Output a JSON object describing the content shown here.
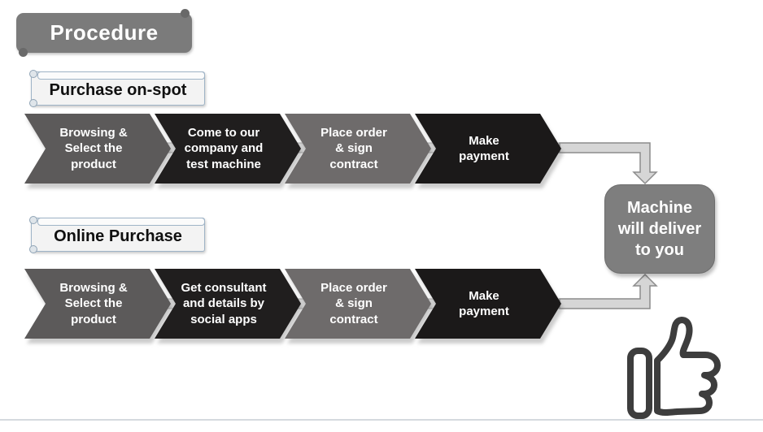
{
  "slide": {
    "title": "Procedure",
    "flows": [
      {
        "label": "Purchase on-spot",
        "steps": [
          {
            "text": "Browsing &\nSelect the\nproduct",
            "color": "#5c5a5a"
          },
          {
            "text": "Come to our\ncompany and\ntest machine",
            "color": "#201e1e"
          },
          {
            "text": "Place order\n& sign\ncontract",
            "color": "#6e6b6b"
          },
          {
            "text": "Make\npayment",
            "color": "#1b1919"
          }
        ]
      },
      {
        "label": "Online Purchase",
        "steps": [
          {
            "text": "Browsing &\nSelect the\nproduct",
            "color": "#5c5a5a"
          },
          {
            "text": "Get consultant\nand details by\nsocial apps",
            "color": "#201e1e"
          },
          {
            "text": "Place order\n& sign\ncontract",
            "color": "#6e6b6b"
          },
          {
            "text": "Make\npayment",
            "color": "#1b1919"
          }
        ]
      }
    ],
    "result": {
      "text": "Machine\nwill deliver\nto you",
      "fill": "#7e7e7e"
    },
    "icons": {
      "thumbs_up": "thumbs-up-icon"
    },
    "colors": {
      "banner_fill": "#7b7b7b",
      "banner_text": "#ffffff",
      "label_fill": "#f3f3f3",
      "label_border": "#9fb4c7",
      "connector_fill": "#d6d6d6",
      "connector_stroke": "#8c8c8c",
      "thumb_stroke": "#3d3d3d",
      "divider": "#d5dade"
    }
  }
}
